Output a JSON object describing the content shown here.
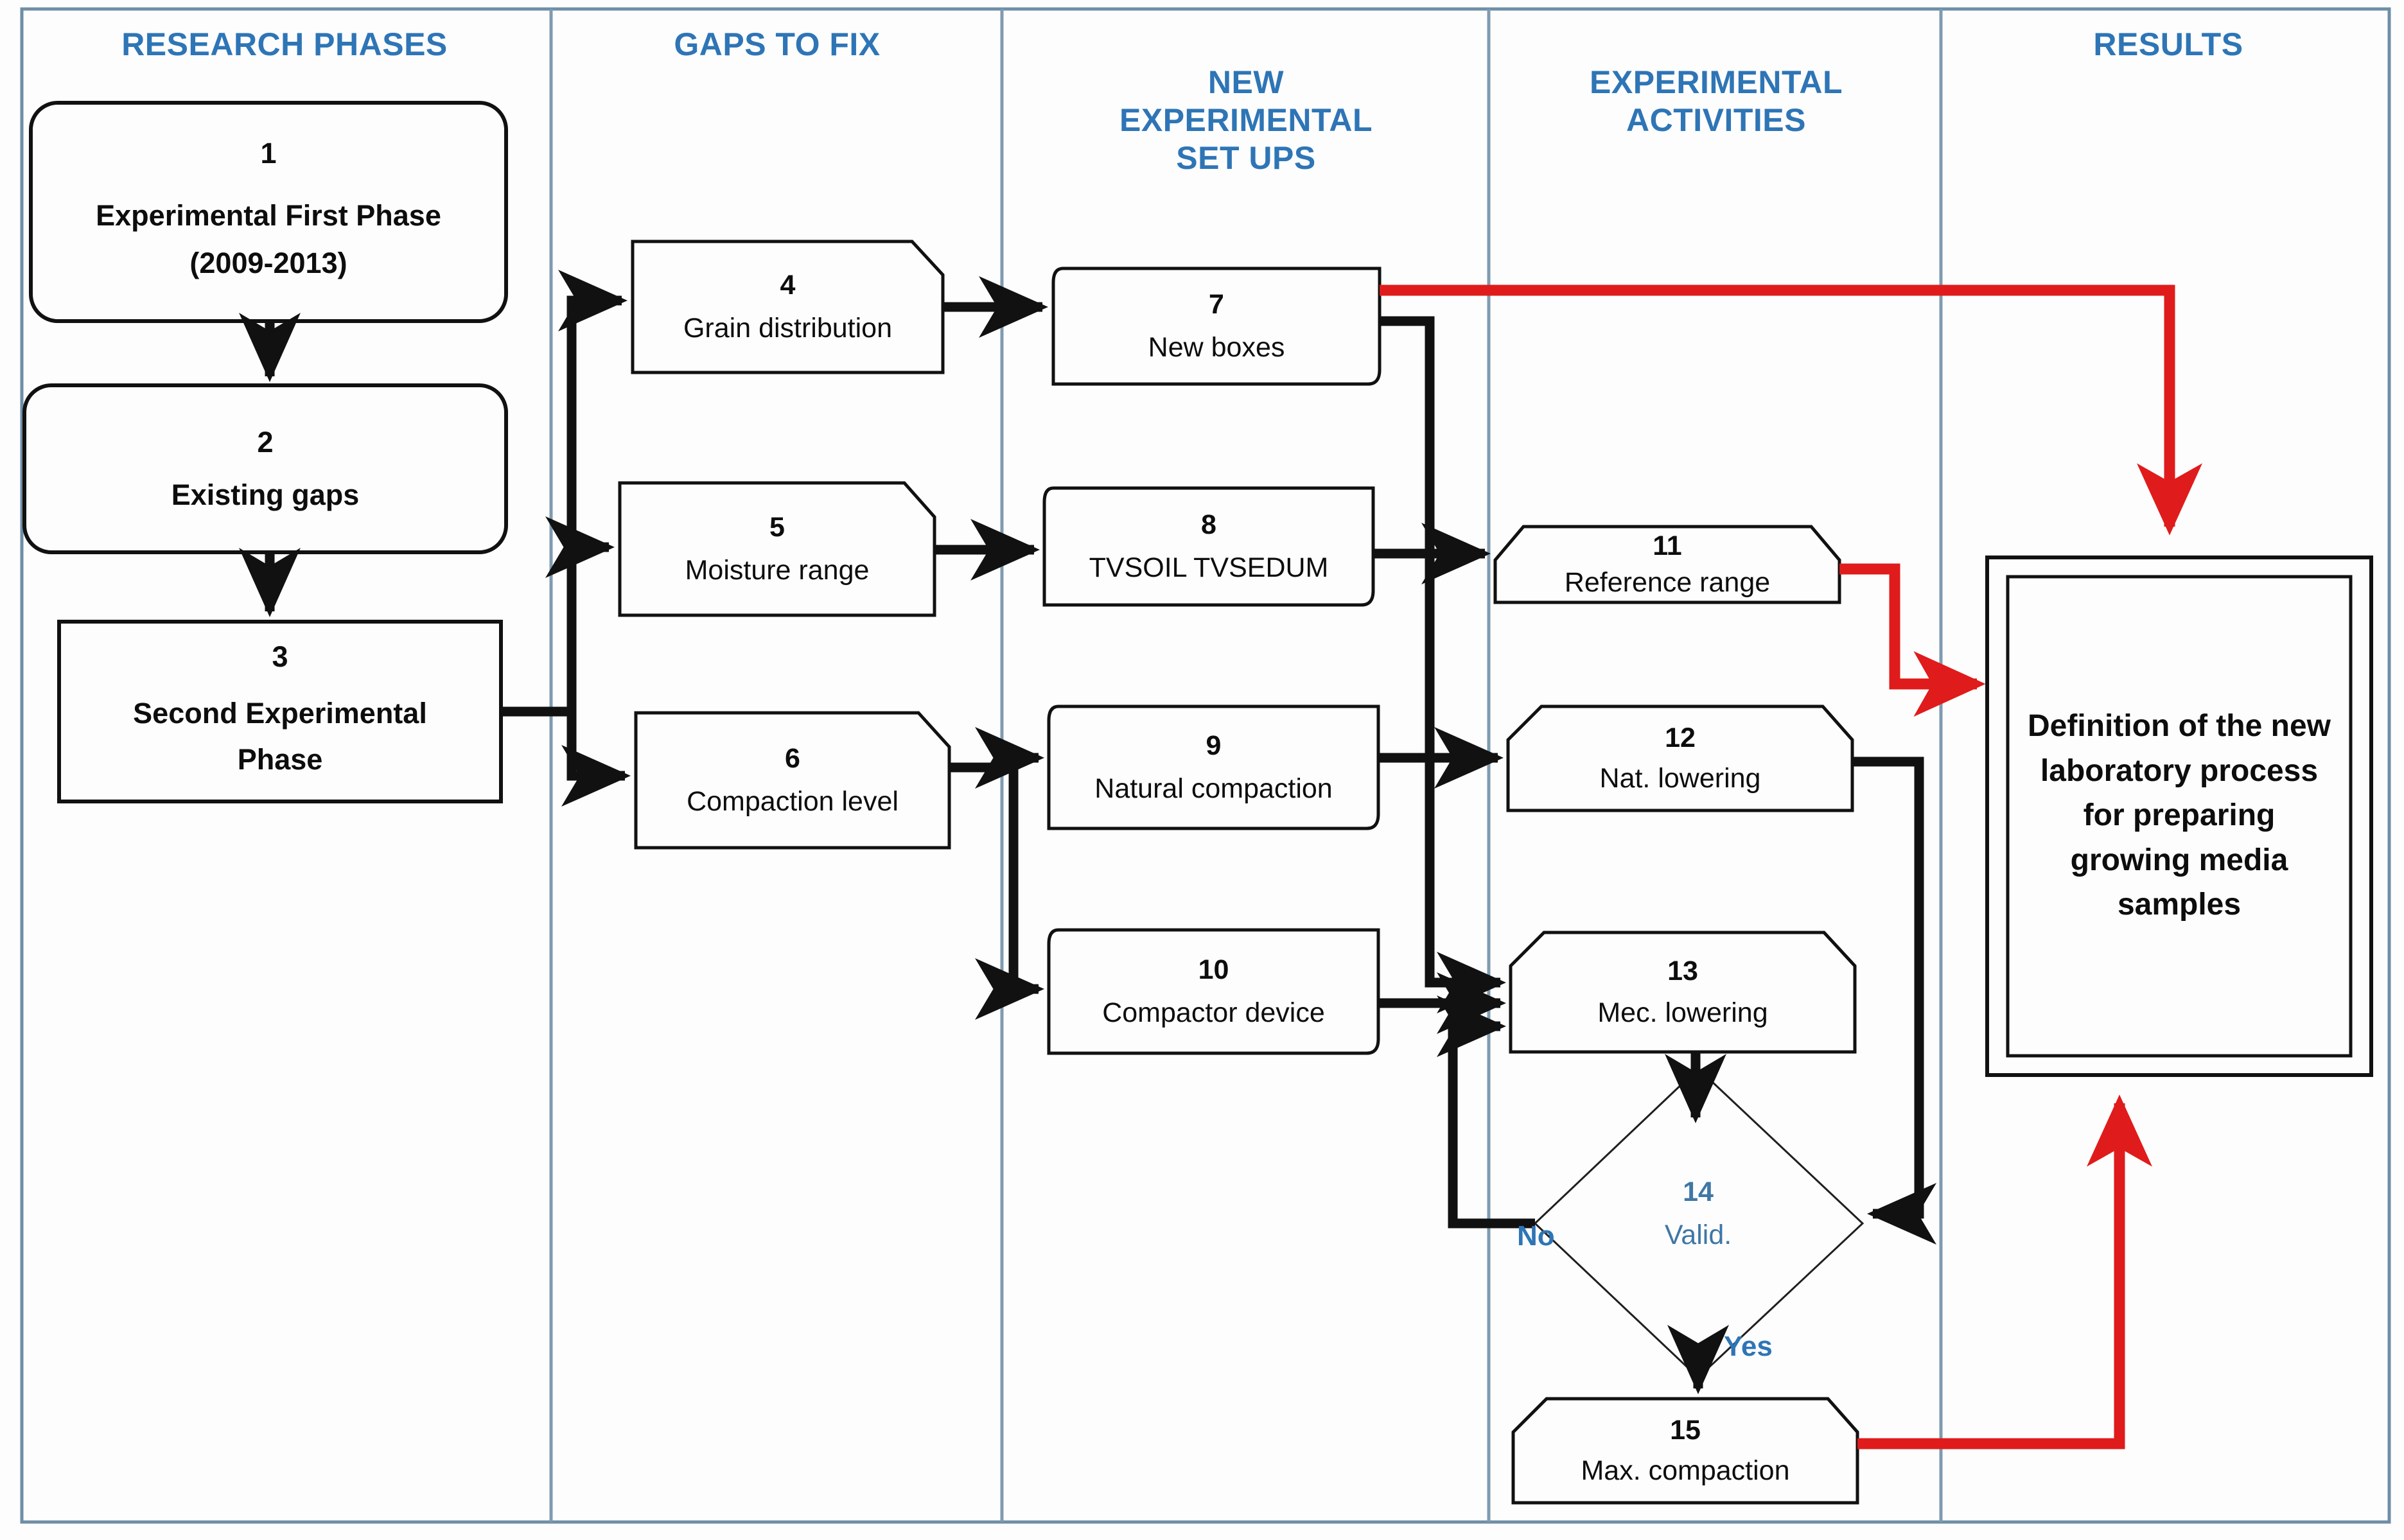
{
  "diagram": {
    "title": "Research workflow flowchart",
    "colors": {
      "header_blue": "#2E75B6",
      "node_blue": "#3f77a6",
      "black_connector": "#111111",
      "red_connector": "#E01B1B",
      "lane_divider": "#7f9bb0",
      "frame": "#6e8ea6"
    },
    "columns": [
      {
        "id": "research-phases",
        "label": "RESEARCH PHASES"
      },
      {
        "id": "gaps-to-fix",
        "label": "GAPS TO FIX"
      },
      {
        "id": "new-setups",
        "label": "NEW\nEXPERIMENTAL\nSET UPS"
      },
      {
        "id": "experimental-acts",
        "label": "EXPERIMENTAL\nACTIVITIES"
      },
      {
        "id": "results",
        "label": "RESULTS"
      }
    ],
    "nodes": [
      {
        "num": "1",
        "text": "Experimental First Phase\n(2009-2013)",
        "column": "research-phases",
        "shape": "rounded-rect",
        "bold": true
      },
      {
        "num": "2",
        "text": "Existing gaps",
        "column": "research-phases",
        "shape": "rounded-rect",
        "bold": true
      },
      {
        "num": "3",
        "text": "Second Experimental\nPhase",
        "column": "research-phases",
        "shape": "rect",
        "bold": true
      },
      {
        "num": "4",
        "text": "Grain distribution",
        "column": "gaps-to-fix",
        "shape": "cut-corner-tr",
        "bold": false
      },
      {
        "num": "5",
        "text": "Moisture range",
        "column": "gaps-to-fix",
        "shape": "cut-corner-tr",
        "bold": false
      },
      {
        "num": "6",
        "text": "Compaction level",
        "column": "gaps-to-fix",
        "shape": "cut-corner-tr",
        "bold": false
      },
      {
        "num": "7",
        "text": "New boxes",
        "column": "new-setups",
        "shape": "rounded-diag",
        "bold": false
      },
      {
        "num": "8",
        "text": "TVSOIL TVSEDUM",
        "column": "new-setups",
        "shape": "rounded-diag",
        "bold": false
      },
      {
        "num": "9",
        "text": "Natural compaction",
        "column": "new-setups",
        "shape": "rounded-diag",
        "bold": false
      },
      {
        "num": "10",
        "text": "Compactor device",
        "column": "new-setups",
        "shape": "rounded-diag",
        "bold": false
      },
      {
        "num": "11",
        "text": "Reference range",
        "column": "experimental-acts",
        "shape": "cut-top",
        "bold": false
      },
      {
        "num": "12",
        "text": "Nat. lowering",
        "column": "experimental-acts",
        "shape": "cut-top",
        "bold": false
      },
      {
        "num": "13",
        "text": "Mec. lowering",
        "column": "experimental-acts",
        "shape": "cut-top",
        "bold": false
      },
      {
        "num": "14",
        "text": "Valid.",
        "column": "experimental-acts",
        "shape": "diamond",
        "bold": false,
        "blue": true
      },
      {
        "num": "15",
        "text": "Max. compaction",
        "column": "experimental-acts",
        "shape": "cut-top",
        "bold": false
      }
    ],
    "edge_labels": [
      {
        "id": "decision-no",
        "text": "No"
      },
      {
        "id": "decision-yes",
        "text": "Yes"
      }
    ],
    "result_box": {
      "text": "Definition of the new laboratory process for preparing growing media samples"
    }
  }
}
